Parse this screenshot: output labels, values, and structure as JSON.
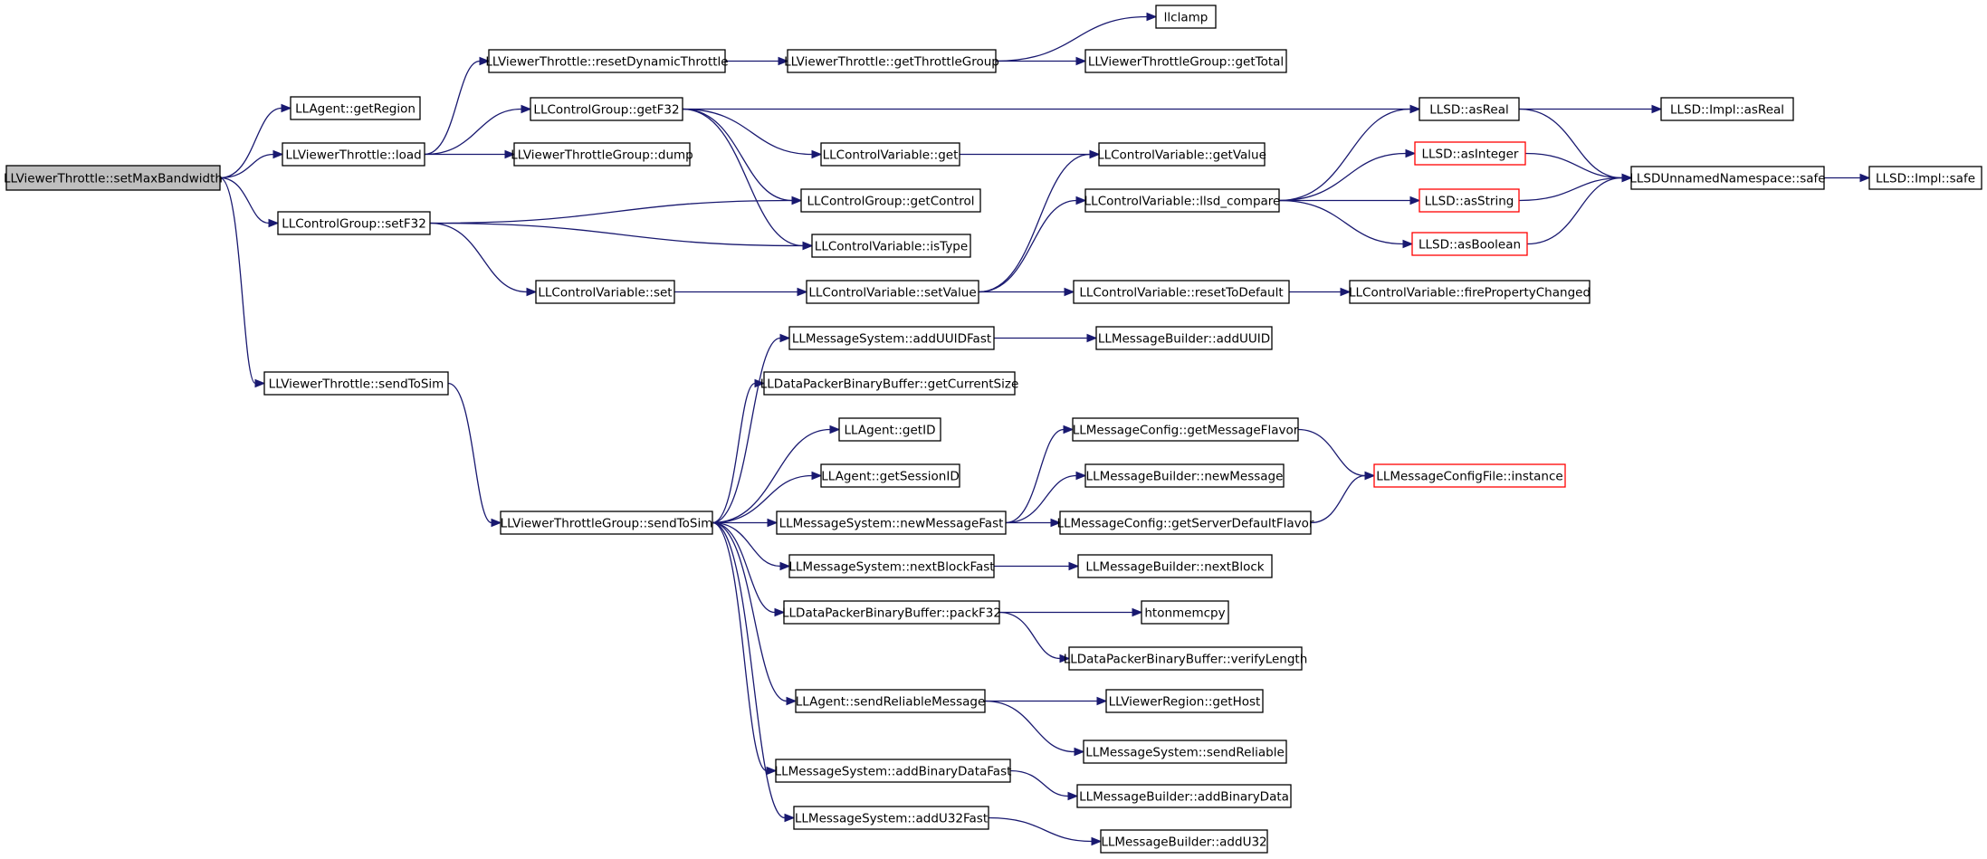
{
  "nodes": [
    {
      "id": "n0",
      "label": "LLViewerThrottle::setMaxBandwidth",
      "root": true
    },
    {
      "id": "n1",
      "label": "LLAgent::getRegion"
    },
    {
      "id": "n2",
      "label": "LLViewerThrottle::load"
    },
    {
      "id": "n3",
      "label": "LLControlGroup::setF32"
    },
    {
      "id": "n4",
      "label": "LLViewerThrottle::sendToSim"
    },
    {
      "id": "n5",
      "label": "LLViewerThrottle::resetDynamicThrottle"
    },
    {
      "id": "n6",
      "label": "LLControlGroup::getF32"
    },
    {
      "id": "n7",
      "label": "LLViewerThrottleGroup::dump"
    },
    {
      "id": "n8",
      "label": "LLControlVariable::set"
    },
    {
      "id": "n9",
      "label": "LLViewerThrottleGroup::sendToSim"
    },
    {
      "id": "n10",
      "label": "LLViewerThrottle::getThrottleGroup"
    },
    {
      "id": "n11",
      "label": "LLControlVariable::get"
    },
    {
      "id": "n12",
      "label": "LLControlGroup::getControl"
    },
    {
      "id": "n13",
      "label": "LLControlVariable::isType"
    },
    {
      "id": "n14",
      "label": "LLControlVariable::setValue"
    },
    {
      "id": "n15",
      "label": "LLMessageSystem::addUUIDFast"
    },
    {
      "id": "n16",
      "label": "LLDataPackerBinaryBuffer::getCurrentSize"
    },
    {
      "id": "n17",
      "label": "LLAgent::getID"
    },
    {
      "id": "n18",
      "label": "LLAgent::getSessionID"
    },
    {
      "id": "n19",
      "label": "LLMessageSystem::newMessageFast"
    },
    {
      "id": "n20",
      "label": "LLMessageSystem::nextBlockFast"
    },
    {
      "id": "n21",
      "label": "LLDataPackerBinaryBuffer::packF32"
    },
    {
      "id": "n22",
      "label": "LLAgent::sendReliableMessage"
    },
    {
      "id": "n23",
      "label": "LLMessageSystem::addBinaryDataFast"
    },
    {
      "id": "n24",
      "label": "LLMessageSystem::addU32Fast"
    },
    {
      "id": "n25",
      "label": "llclamp"
    },
    {
      "id": "n26",
      "label": "LLViewerThrottleGroup::getTotal"
    },
    {
      "id": "n27",
      "label": "LLControlVariable::getValue"
    },
    {
      "id": "n28",
      "label": "LLControlVariable::llsd_compare"
    },
    {
      "id": "n29",
      "label": "LLControlVariable::resetToDefault"
    },
    {
      "id": "n30",
      "label": "LLMessageBuilder::addUUID"
    },
    {
      "id": "n31",
      "label": "LLMessageConfig::getMessageFlavor"
    },
    {
      "id": "n32",
      "label": "LLMessageBuilder::newMessage"
    },
    {
      "id": "n33",
      "label": "LLMessageConfig::getServerDefaultFlavor"
    },
    {
      "id": "n34",
      "label": "LLMessageBuilder::nextBlock"
    },
    {
      "id": "n35",
      "label": "htonmemcpy"
    },
    {
      "id": "n36",
      "label": "LLDataPackerBinaryBuffer::verifyLength"
    },
    {
      "id": "n37",
      "label": "LLViewerRegion::getHost"
    },
    {
      "id": "n38",
      "label": "LLMessageSystem::sendReliable"
    },
    {
      "id": "n39",
      "label": "LLMessageBuilder::addBinaryData"
    },
    {
      "id": "n40",
      "label": "LLMessageBuilder::addU32"
    },
    {
      "id": "n41",
      "label": "LLSD::asReal"
    },
    {
      "id": "n42",
      "label": "LLSD::asInteger",
      "red": true
    },
    {
      "id": "n43",
      "label": "LLSD::asString",
      "red": true
    },
    {
      "id": "n44",
      "label": "LLSD::asBoolean",
      "red": true
    },
    {
      "id": "n45",
      "label": "LLControlVariable::firePropertyChanged"
    },
    {
      "id": "n46",
      "label": "LLMessageConfigFile::instance",
      "red": true
    },
    {
      "id": "n47",
      "label": "LLSD::Impl::asReal"
    },
    {
      "id": "n48",
      "label": "LLSDUnnamedNamespace::safe"
    },
    {
      "id": "n49",
      "label": "LLSD::Impl::safe"
    }
  ],
  "edges": [
    [
      "n0",
      "n1"
    ],
    [
      "n0",
      "n2"
    ],
    [
      "n0",
      "n3"
    ],
    [
      "n0",
      "n4"
    ],
    [
      "n2",
      "n5"
    ],
    [
      "n2",
      "n6"
    ],
    [
      "n2",
      "n7"
    ],
    [
      "n3",
      "n12"
    ],
    [
      "n3",
      "n13"
    ],
    [
      "n3",
      "n8"
    ],
    [
      "n4",
      "n9"
    ],
    [
      "n5",
      "n10"
    ],
    [
      "n10",
      "n25"
    ],
    [
      "n10",
      "n26"
    ],
    [
      "n6",
      "n41"
    ],
    [
      "n6",
      "n11"
    ],
    [
      "n6",
      "n12"
    ],
    [
      "n6",
      "n13"
    ],
    [
      "n11",
      "n27"
    ],
    [
      "n8",
      "n14"
    ],
    [
      "n14",
      "n27"
    ],
    [
      "n14",
      "n28"
    ],
    [
      "n14",
      "n29"
    ],
    [
      "n28",
      "n41"
    ],
    [
      "n28",
      "n42"
    ],
    [
      "n28",
      "n43"
    ],
    [
      "n28",
      "n44"
    ],
    [
      "n29",
      "n45"
    ],
    [
      "n41",
      "n47"
    ],
    [
      "n41",
      "n48"
    ],
    [
      "n42",
      "n48"
    ],
    [
      "n43",
      "n48"
    ],
    [
      "n44",
      "n48"
    ],
    [
      "n48",
      "n49"
    ],
    [
      "n9",
      "n15"
    ],
    [
      "n9",
      "n16"
    ],
    [
      "n9",
      "n17"
    ],
    [
      "n9",
      "n18"
    ],
    [
      "n9",
      "n19"
    ],
    [
      "n9",
      "n20"
    ],
    [
      "n9",
      "n21"
    ],
    [
      "n9",
      "n22"
    ],
    [
      "n9",
      "n23"
    ],
    [
      "n9",
      "n24"
    ],
    [
      "n15",
      "n30"
    ],
    [
      "n19",
      "n31"
    ],
    [
      "n19",
      "n32"
    ],
    [
      "n19",
      "n33"
    ],
    [
      "n31",
      "n46"
    ],
    [
      "n33",
      "n46"
    ],
    [
      "n20",
      "n34"
    ],
    [
      "n21",
      "n35"
    ],
    [
      "n21",
      "n36"
    ],
    [
      "n22",
      "n37"
    ],
    [
      "n22",
      "n38"
    ],
    [
      "n23",
      "n39"
    ],
    [
      "n24",
      "n40"
    ]
  ]
}
